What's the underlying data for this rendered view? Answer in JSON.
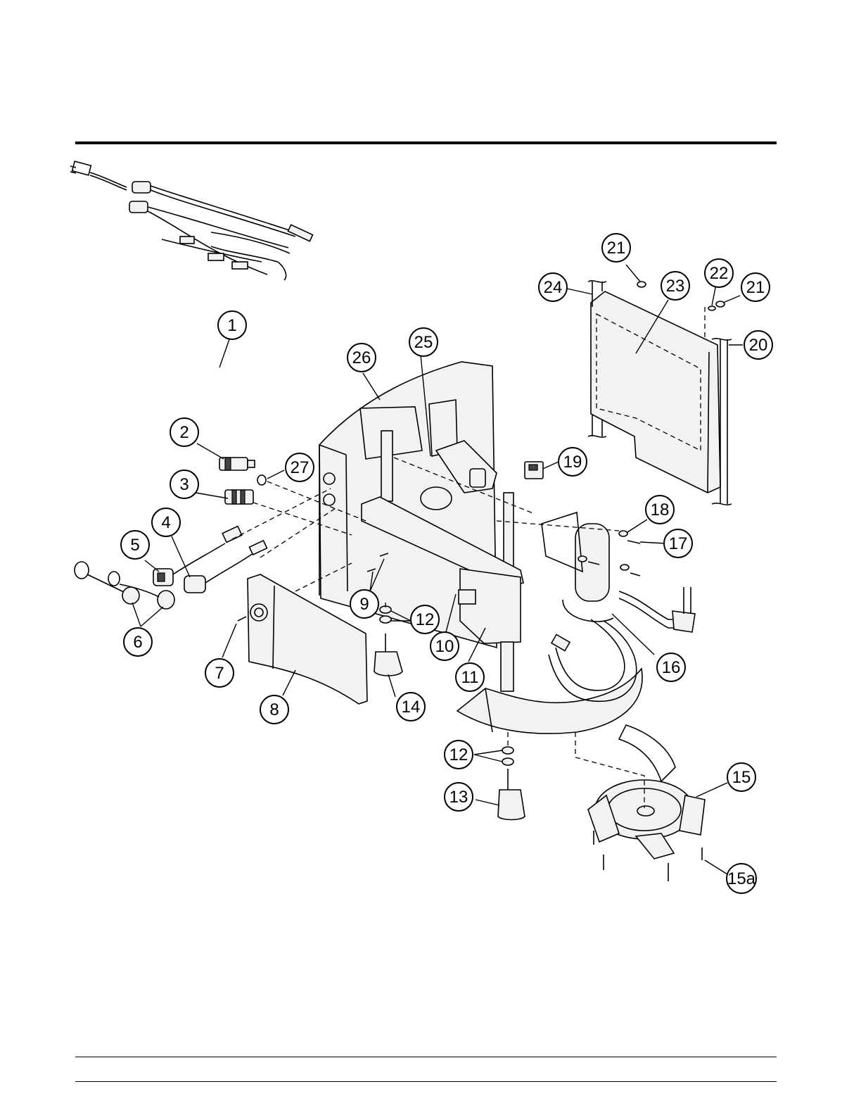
{
  "callouts": [
    {
      "id": "c1",
      "label": "1"
    },
    {
      "id": "c2",
      "label": "2"
    },
    {
      "id": "c3",
      "label": "3"
    },
    {
      "id": "c4",
      "label": "4"
    },
    {
      "id": "c5",
      "label": "5"
    },
    {
      "id": "c6",
      "label": "6"
    },
    {
      "id": "c7",
      "label": "7"
    },
    {
      "id": "c8",
      "label": "8"
    },
    {
      "id": "c9",
      "label": "9"
    },
    {
      "id": "c10",
      "label": "10"
    },
    {
      "id": "c11",
      "label": "11"
    },
    {
      "id": "c12a",
      "label": "12"
    },
    {
      "id": "c12b",
      "label": "12"
    },
    {
      "id": "c13",
      "label": "13"
    },
    {
      "id": "c14",
      "label": "14"
    },
    {
      "id": "c15",
      "label": "15"
    },
    {
      "id": "c15a",
      "label": "15a"
    },
    {
      "id": "c16",
      "label": "16"
    },
    {
      "id": "c17",
      "label": "17"
    },
    {
      "id": "c18",
      "label": "18"
    },
    {
      "id": "c19",
      "label": "19"
    },
    {
      "id": "c20",
      "label": "20"
    },
    {
      "id": "c21a",
      "label": "21"
    },
    {
      "id": "c21b",
      "label": "21"
    },
    {
      "id": "c22",
      "label": "22"
    },
    {
      "id": "c23",
      "label": "23"
    },
    {
      "id": "c24",
      "label": "24"
    },
    {
      "id": "c25",
      "label": "25"
    },
    {
      "id": "c26",
      "label": "26"
    },
    {
      "id": "c27",
      "label": "27"
    }
  ]
}
